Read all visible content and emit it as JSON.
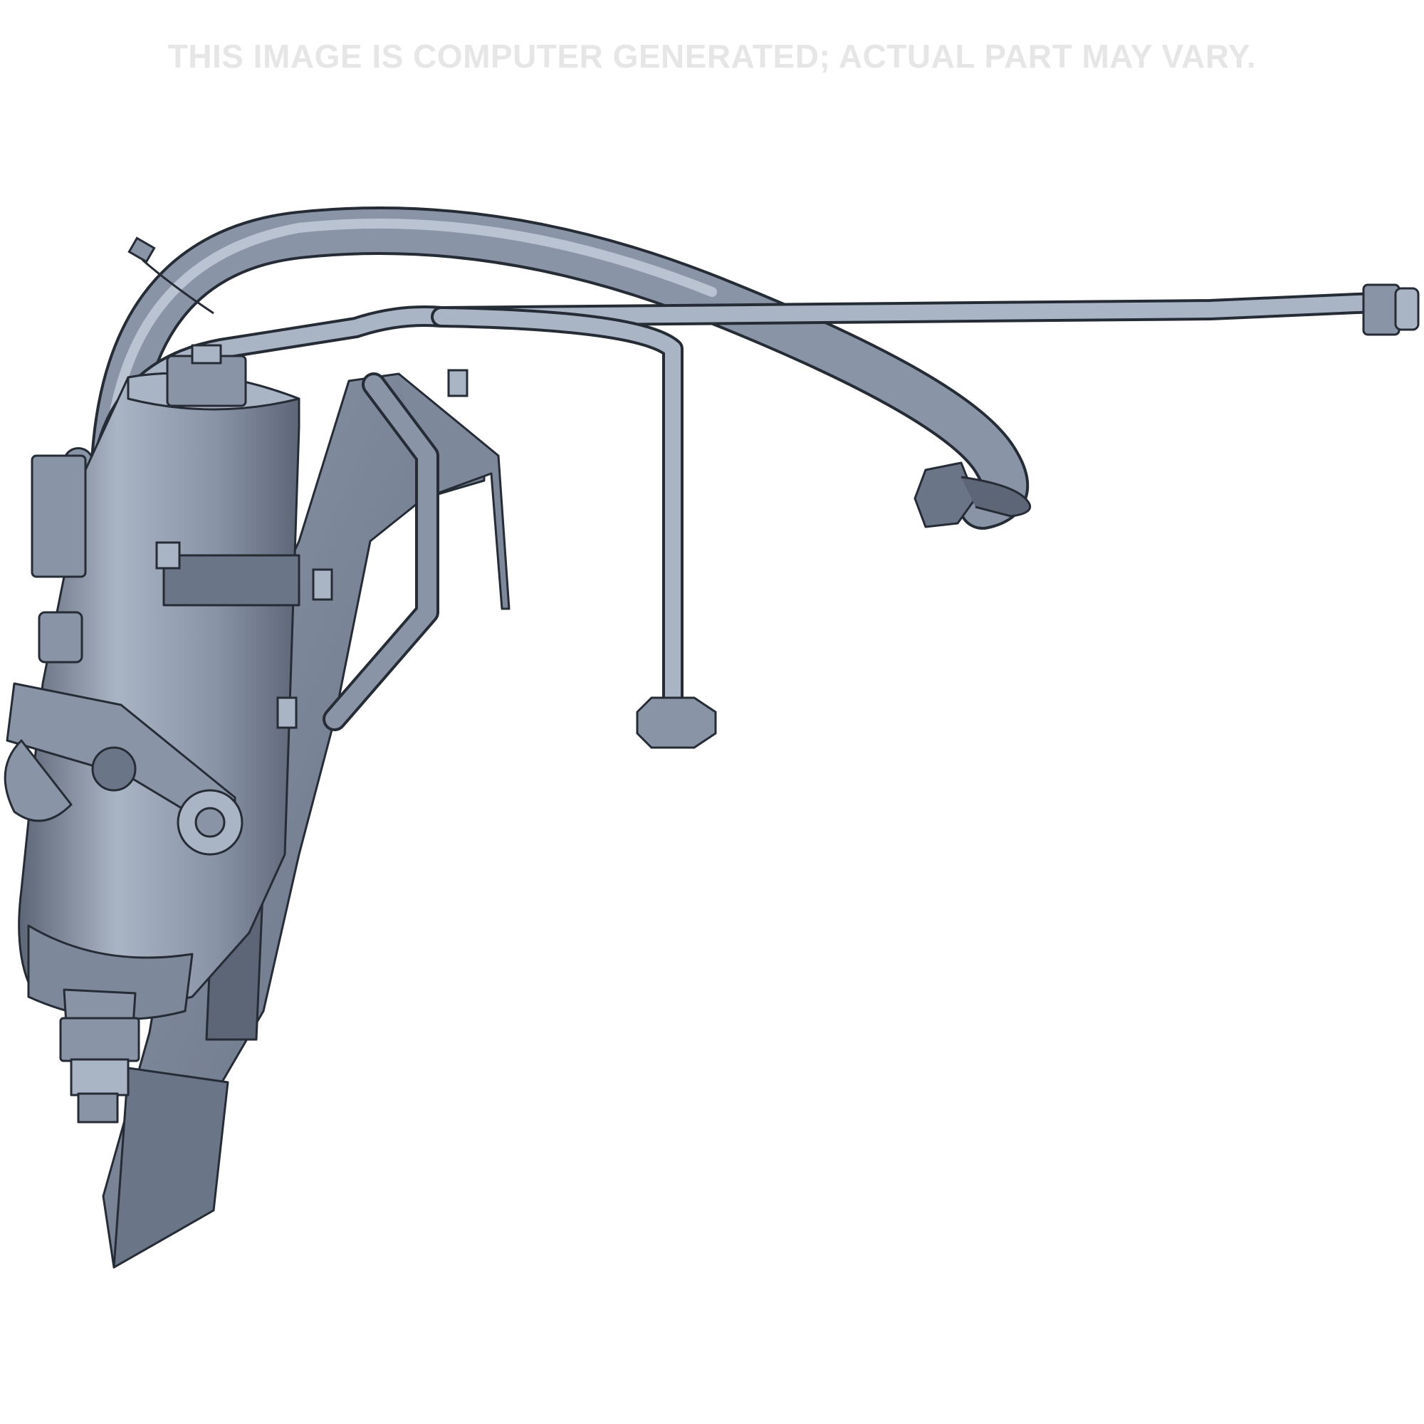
{
  "disclaimer": {
    "text": "THIS IMAGE IS COMPUTER GENERATED; ACTUAL PART MAY VARY.",
    "color": "#e6e6e6"
  },
  "palette": {
    "metal_light": "#a9b4c4",
    "metal_mid": "#8994a7",
    "metal_dark": "#5d6677",
    "plate": "#78839a",
    "outline": "#262c36"
  },
  "part": {
    "subject": "fuel-filter-assembly",
    "components": [
      "filter-housing",
      "mounting-bracket",
      "return-hose",
      "fuel-line-upper",
      "fuel-line-lower",
      "water-sensor-connector"
    ]
  }
}
